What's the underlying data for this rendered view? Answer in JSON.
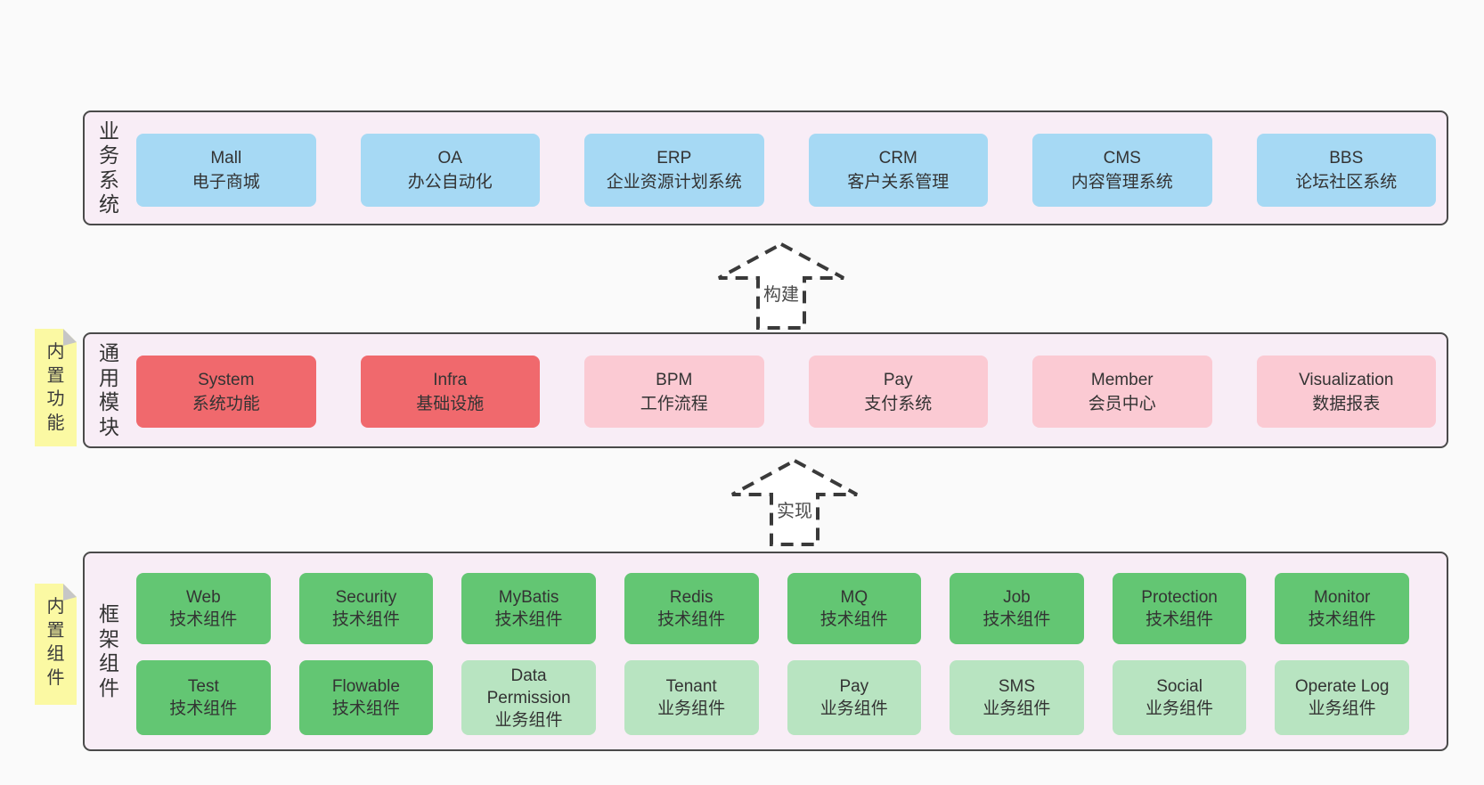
{
  "colors": {
    "page_bg": "#fafafa",
    "band_bg": "#f8edf6",
    "band_border": "#4a4a4a",
    "blue_box": "#a6d9f4",
    "red_box": "#f0696d",
    "pink_box": "#fbcad3",
    "green_dark_box": "#63c673",
    "green_light_box": "#b8e4c1",
    "note_yellow": "#fbf9a3",
    "note_fold": "#c6c6c6",
    "arrow_stroke": "#3a3a3a",
    "text": "#333333"
  },
  "bands": [
    {
      "label": "业务系统",
      "boxes": [
        {
          "en": "Mall",
          "zh": "电子商城"
        },
        {
          "en": "OA",
          "zh": "办公自动化"
        },
        {
          "en": "ERP",
          "zh": "企业资源计划系统"
        },
        {
          "en": "CRM",
          "zh": "客户关系管理"
        },
        {
          "en": "CMS",
          "zh": "内容管理系统"
        },
        {
          "en": "BBS",
          "zh": "论坛社区系统"
        }
      ]
    },
    {
      "label": "通用模块",
      "note": "内置功能",
      "boxes": [
        {
          "en": "System",
          "zh": "系统功能"
        },
        {
          "en": "Infra",
          "zh": "基础设施"
        },
        {
          "en": "BPM",
          "zh": "工作流程"
        },
        {
          "en": "Pay",
          "zh": "支付系统"
        },
        {
          "en": "Member",
          "zh": "会员中心"
        },
        {
          "en": "Visualization",
          "zh": "数据报表"
        }
      ]
    },
    {
      "label": "框架组件",
      "note": "内置组件",
      "row1": [
        {
          "en": "Web",
          "zh": "技术组件"
        },
        {
          "en": "Security",
          "zh": "技术组件"
        },
        {
          "en": "MyBatis",
          "zh": "技术组件"
        },
        {
          "en": "Redis",
          "zh": "技术组件"
        },
        {
          "en": "MQ",
          "zh": "技术组件"
        },
        {
          "en": "Job",
          "zh": "技术组件"
        },
        {
          "en": "Protection",
          "zh": "技术组件"
        },
        {
          "en": "Monitor",
          "zh": "技术组件"
        }
      ],
      "row2": [
        {
          "en": "Test",
          "zh": "技术组件"
        },
        {
          "en": "Flowable",
          "zh": "技术组件"
        },
        {
          "en": "Data Permission",
          "zh": "业务组件"
        },
        {
          "en": "Tenant",
          "zh": "业务组件"
        },
        {
          "en": "Pay",
          "zh": "业务组件"
        },
        {
          "en": "SMS",
          "zh": "业务组件"
        },
        {
          "en": "Social",
          "zh": "业务组件"
        },
        {
          "en": "Operate Log",
          "zh": "业务组件"
        }
      ]
    }
  ],
  "arrows": [
    {
      "label": "构建"
    },
    {
      "label": "实现"
    }
  ]
}
